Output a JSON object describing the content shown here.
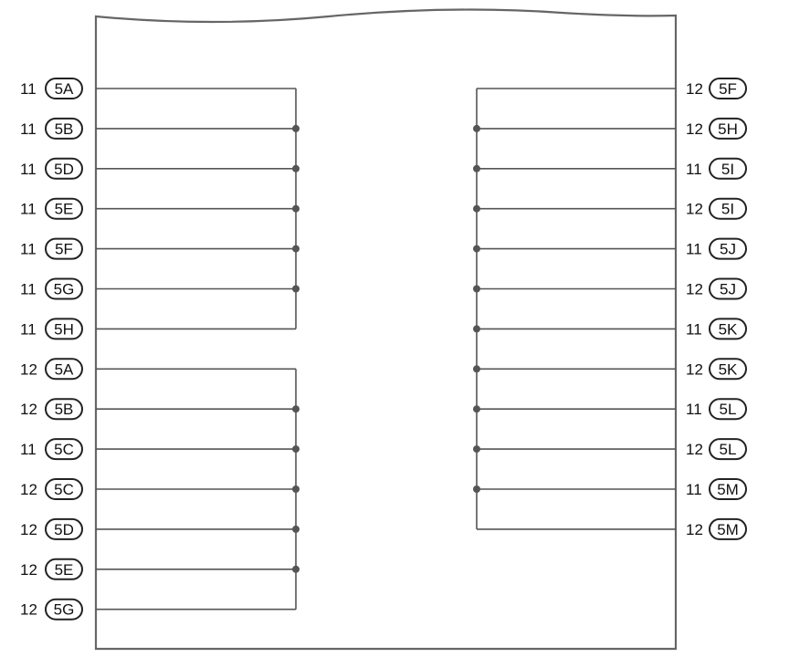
{
  "diagram": {
    "left_pins": [
      {
        "number": "11",
        "id": "5A"
      },
      {
        "number": "11",
        "id": "5B"
      },
      {
        "number": "11",
        "id": "5D"
      },
      {
        "number": "11",
        "id": "5E"
      },
      {
        "number": "11",
        "id": "5F"
      },
      {
        "number": "11",
        "id": "5G"
      },
      {
        "number": "11",
        "id": "5H"
      },
      {
        "number": "12",
        "id": "5A"
      },
      {
        "number": "12",
        "id": "5B"
      },
      {
        "number": "11",
        "id": "5C"
      },
      {
        "number": "12",
        "id": "5C"
      },
      {
        "number": "12",
        "id": "5D"
      },
      {
        "number": "12",
        "id": "5E"
      },
      {
        "number": "12",
        "id": "5G"
      }
    ],
    "right_pins": [
      {
        "number": "12",
        "id": "5F"
      },
      {
        "number": "12",
        "id": "5H"
      },
      {
        "number": "11",
        "id": "5I"
      },
      {
        "number": "12",
        "id": "5I"
      },
      {
        "number": "11",
        "id": "5J"
      },
      {
        "number": "12",
        "id": "5J"
      },
      {
        "number": "11",
        "id": "5K"
      },
      {
        "number": "12",
        "id": "5K"
      },
      {
        "number": "11",
        "id": "5L"
      },
      {
        "number": "12",
        "id": "5L"
      },
      {
        "number": "11",
        "id": "5M"
      },
      {
        "number": "12",
        "id": "5M"
      }
    ],
    "left_groups": [
      {
        "start": 0,
        "end": 6
      },
      {
        "start": 7,
        "end": 13
      }
    ],
    "right_groups": [
      {
        "start": 0,
        "end": 11
      }
    ]
  }
}
